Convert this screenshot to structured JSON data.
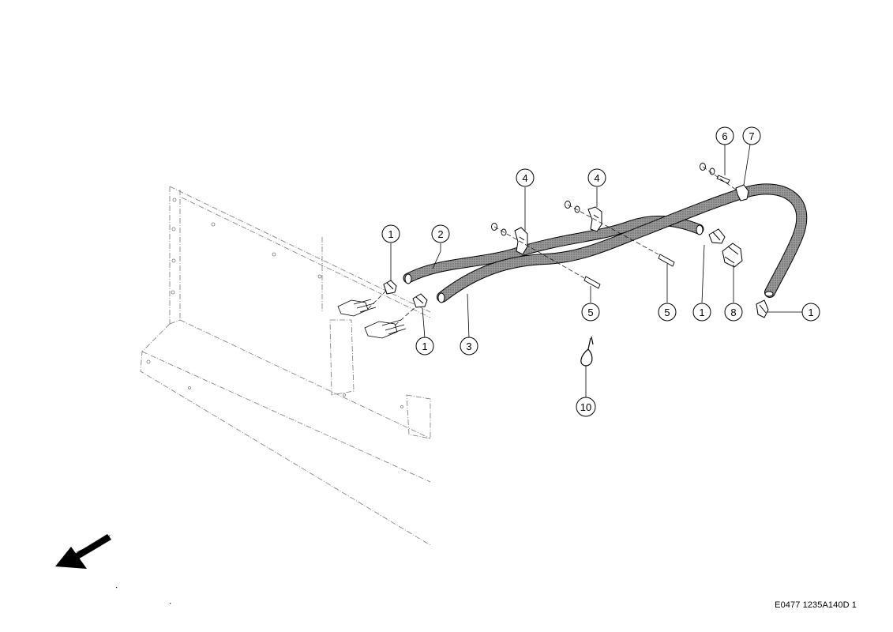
{
  "callouts": {
    "c1a": "1",
    "c1b": "1",
    "c1c": "1",
    "c1d": "1",
    "c2": "2",
    "c3": "3",
    "c4a": "4",
    "c4b": "4",
    "c5a": "5",
    "c5b": "5",
    "c6": "6",
    "c7": "7",
    "c8": "8",
    "c10": "10"
  },
  "reference_code": "E0477 1235A140D 1",
  "colors": {
    "line": "#000000",
    "hose_fill": "#8c8c8c",
    "ghost_line": "#777777"
  },
  "icons": {
    "direction": "arrow-direction-icon"
  }
}
